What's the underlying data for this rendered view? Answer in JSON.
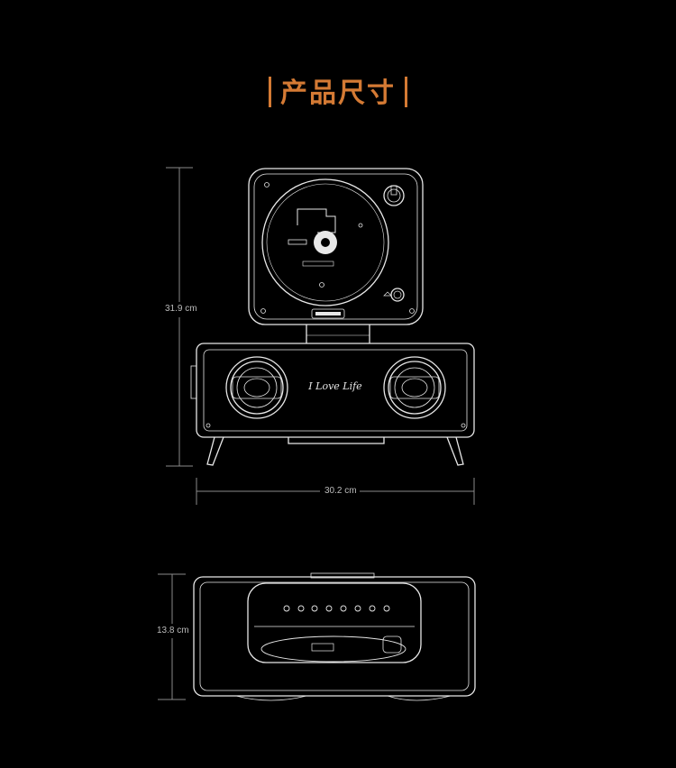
{
  "title": "产品尺寸",
  "dimensions": {
    "height": "31.9 cm",
    "width": "30.2 cm",
    "depth": "13.8 cm"
  },
  "logo_script": "I Love Life",
  "colors": {
    "accent": "#d47a34",
    "line": "#e8e8e8",
    "dim_line": "#8a8a8a",
    "background": "#000000"
  }
}
